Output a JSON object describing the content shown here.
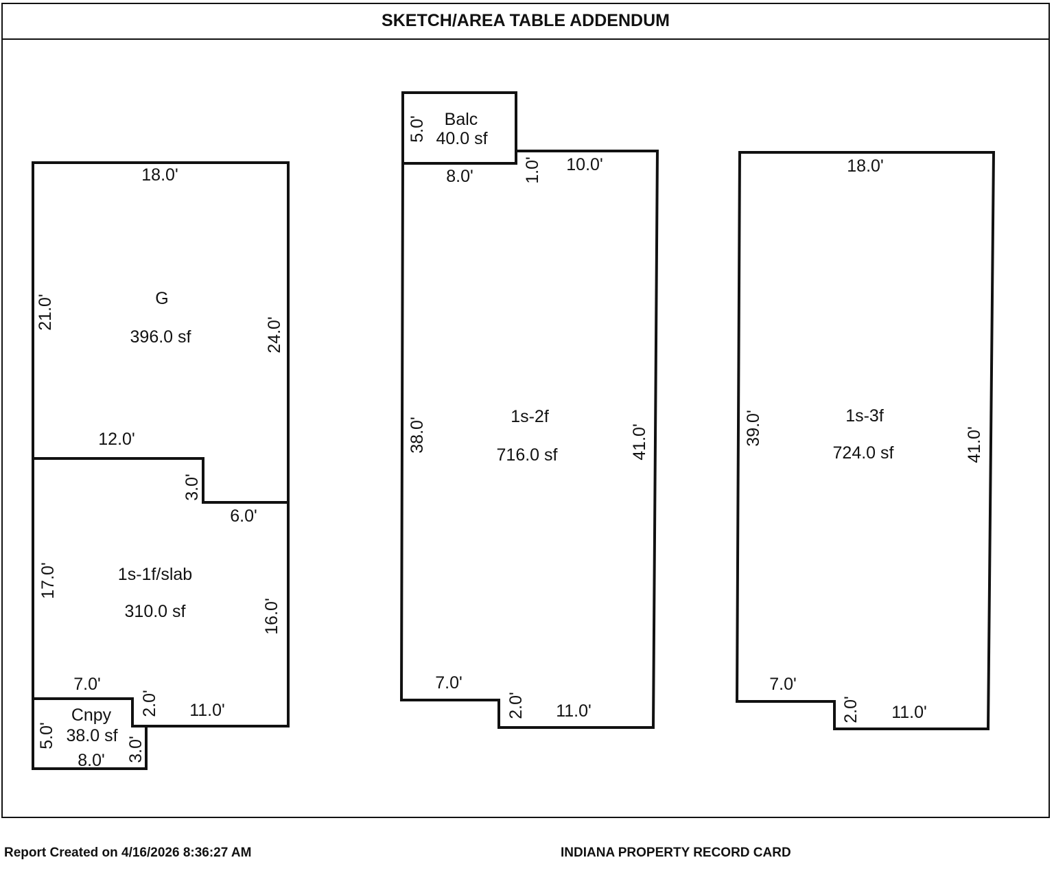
{
  "title": "SKETCH/AREA TABLE ADDENDUM",
  "areas": {
    "garage": {
      "name": "G",
      "area": "396.0 sf"
    },
    "first_floor": {
      "name": "1s-1f/slab",
      "area": "310.0 sf"
    },
    "canopy": {
      "name": "Cnpy",
      "area": "38.0 sf"
    },
    "balcony": {
      "name": "Balc",
      "area": "40.0 sf"
    },
    "second_floor": {
      "name": "1s-2f",
      "area": "716.0 sf"
    },
    "third_floor": {
      "name": "1s-3f",
      "area": "724.0 sf"
    }
  },
  "dimensions": {
    "left": [
      "18.0'",
      "21.0'",
      "24.0'",
      "12.0'",
      "3.0'",
      "6.0'",
      "17.0'",
      "16.0'",
      "7.0'",
      "2.0'",
      "11.0'",
      "5.0'",
      "8.0'",
      "3.0'"
    ],
    "middle": [
      "5.0'",
      "8.0'",
      "1.0'",
      "10.0'",
      "38.0'",
      "41.0'",
      "7.0'",
      "2.0'",
      "11.0'"
    ],
    "right": [
      "18.0'",
      "39.0'",
      "41.0'",
      "7.0'",
      "2.0'",
      "11.0'"
    ]
  },
  "footer": {
    "report_created": "Report Created on 4/16/2026 8:36:27 AM",
    "card_title": "INDIANA PROPERTY RECORD CARD"
  }
}
